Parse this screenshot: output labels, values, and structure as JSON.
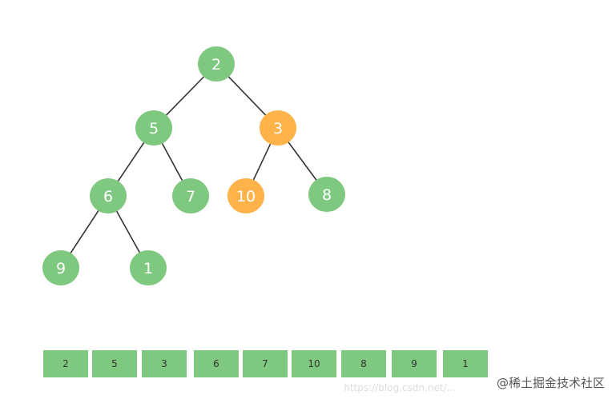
{
  "colors": {
    "node_default": "#7ec87f",
    "node_highlight": "#fdb34a",
    "node_text": "#ffffff",
    "edge": "#333333",
    "cell_fill": "#7ec87f",
    "cell_text": "#333333"
  },
  "tree": {
    "nodes": [
      {
        "id": "n2",
        "label": "2",
        "highlight": false
      },
      {
        "id": "n5",
        "label": "5",
        "highlight": false
      },
      {
        "id": "n3",
        "label": "3",
        "highlight": true
      },
      {
        "id": "n6",
        "label": "6",
        "highlight": false
      },
      {
        "id": "n7",
        "label": "7",
        "highlight": false
      },
      {
        "id": "n10",
        "label": "10",
        "highlight": true
      },
      {
        "id": "n8",
        "label": "8",
        "highlight": false
      },
      {
        "id": "n9",
        "label": "9",
        "highlight": false
      },
      {
        "id": "n1",
        "label": "1",
        "highlight": false
      }
    ],
    "edges": [
      [
        "n2",
        "n5"
      ],
      [
        "n2",
        "n3"
      ],
      [
        "n5",
        "n6"
      ],
      [
        "n5",
        "n7"
      ],
      [
        "n3",
        "n10"
      ],
      [
        "n3",
        "n8"
      ],
      [
        "n6",
        "n9"
      ],
      [
        "n6",
        "n1"
      ]
    ]
  },
  "array": {
    "values": [
      "2",
      "5",
      "3",
      "6",
      "7",
      "10",
      "8",
      "9",
      "1"
    ]
  },
  "watermark": {
    "text": "@稀土掘金技术社区",
    "faint_text": "https://blog.csdn.net/..."
  }
}
